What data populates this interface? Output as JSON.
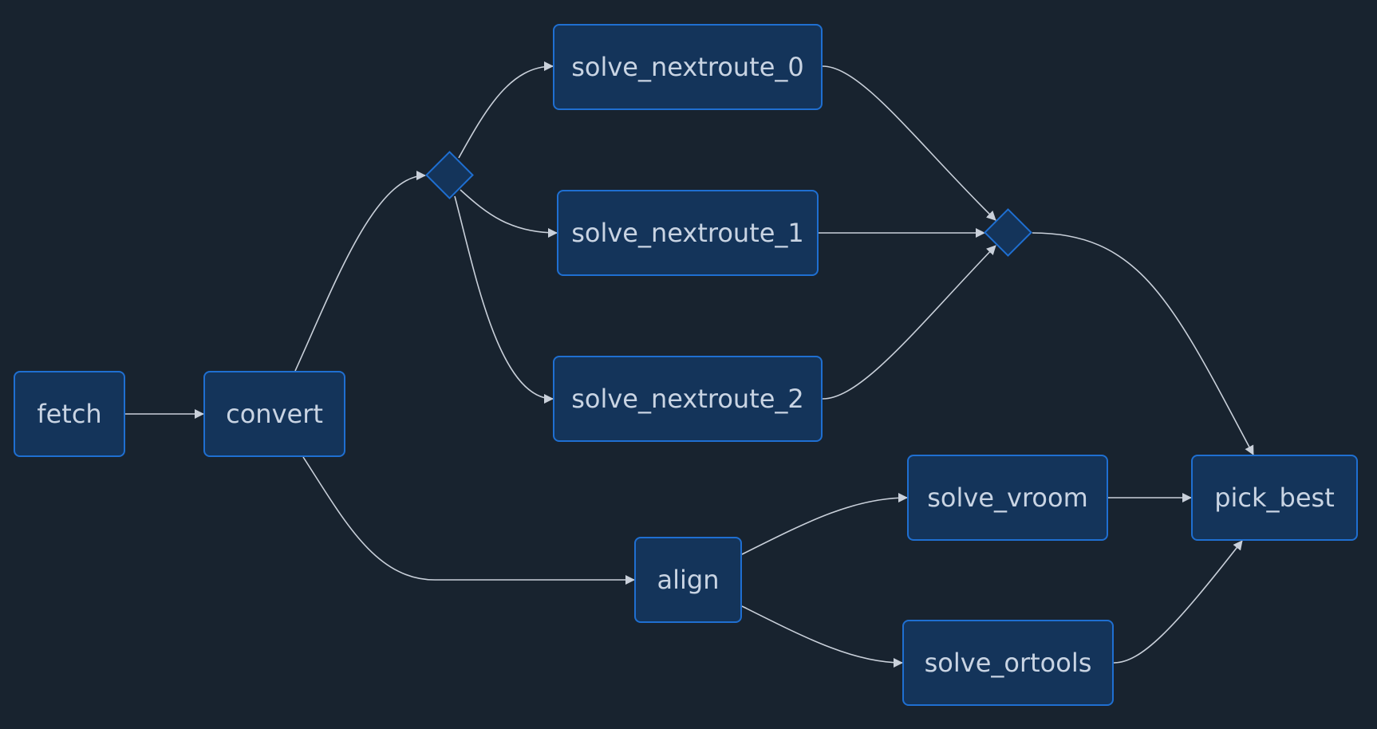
{
  "diagram": {
    "nodes": {
      "fetch": "fetch",
      "convert": "convert",
      "solve_nextroute_0": "solve_nextroute_0",
      "solve_nextroute_1": "solve_nextroute_1",
      "solve_nextroute_2": "solve_nextroute_2",
      "align": "align",
      "solve_vroom": "solve_vroom",
      "solve_ortools": "solve_ortools",
      "pick_best": "pick_best"
    },
    "edges": [
      {
        "from": "fetch",
        "to": "convert"
      },
      {
        "from": "convert",
        "to": "fork-gate"
      },
      {
        "from": "fork-gate",
        "to": "solve_nextroute_0"
      },
      {
        "from": "fork-gate",
        "to": "solve_nextroute_1"
      },
      {
        "from": "fork-gate",
        "to": "solve_nextroute_2"
      },
      {
        "from": "solve_nextroute_0",
        "to": "join-gate"
      },
      {
        "from": "solve_nextroute_1",
        "to": "join-gate"
      },
      {
        "from": "solve_nextroute_2",
        "to": "join-gate"
      },
      {
        "from": "join-gate",
        "to": "pick_best"
      },
      {
        "from": "convert",
        "to": "align"
      },
      {
        "from": "align",
        "to": "solve_vroom"
      },
      {
        "from": "align",
        "to": "solve_ortools"
      },
      {
        "from": "solve_vroom",
        "to": "pick_best"
      },
      {
        "from": "solve_ortools",
        "to": "pick_best"
      }
    ],
    "colors": {
      "background": "#18232f",
      "node_fill": "#14345a",
      "node_border": "#1f6fd1",
      "text": "#c9d4e3",
      "edge": "#c9d0da"
    }
  }
}
